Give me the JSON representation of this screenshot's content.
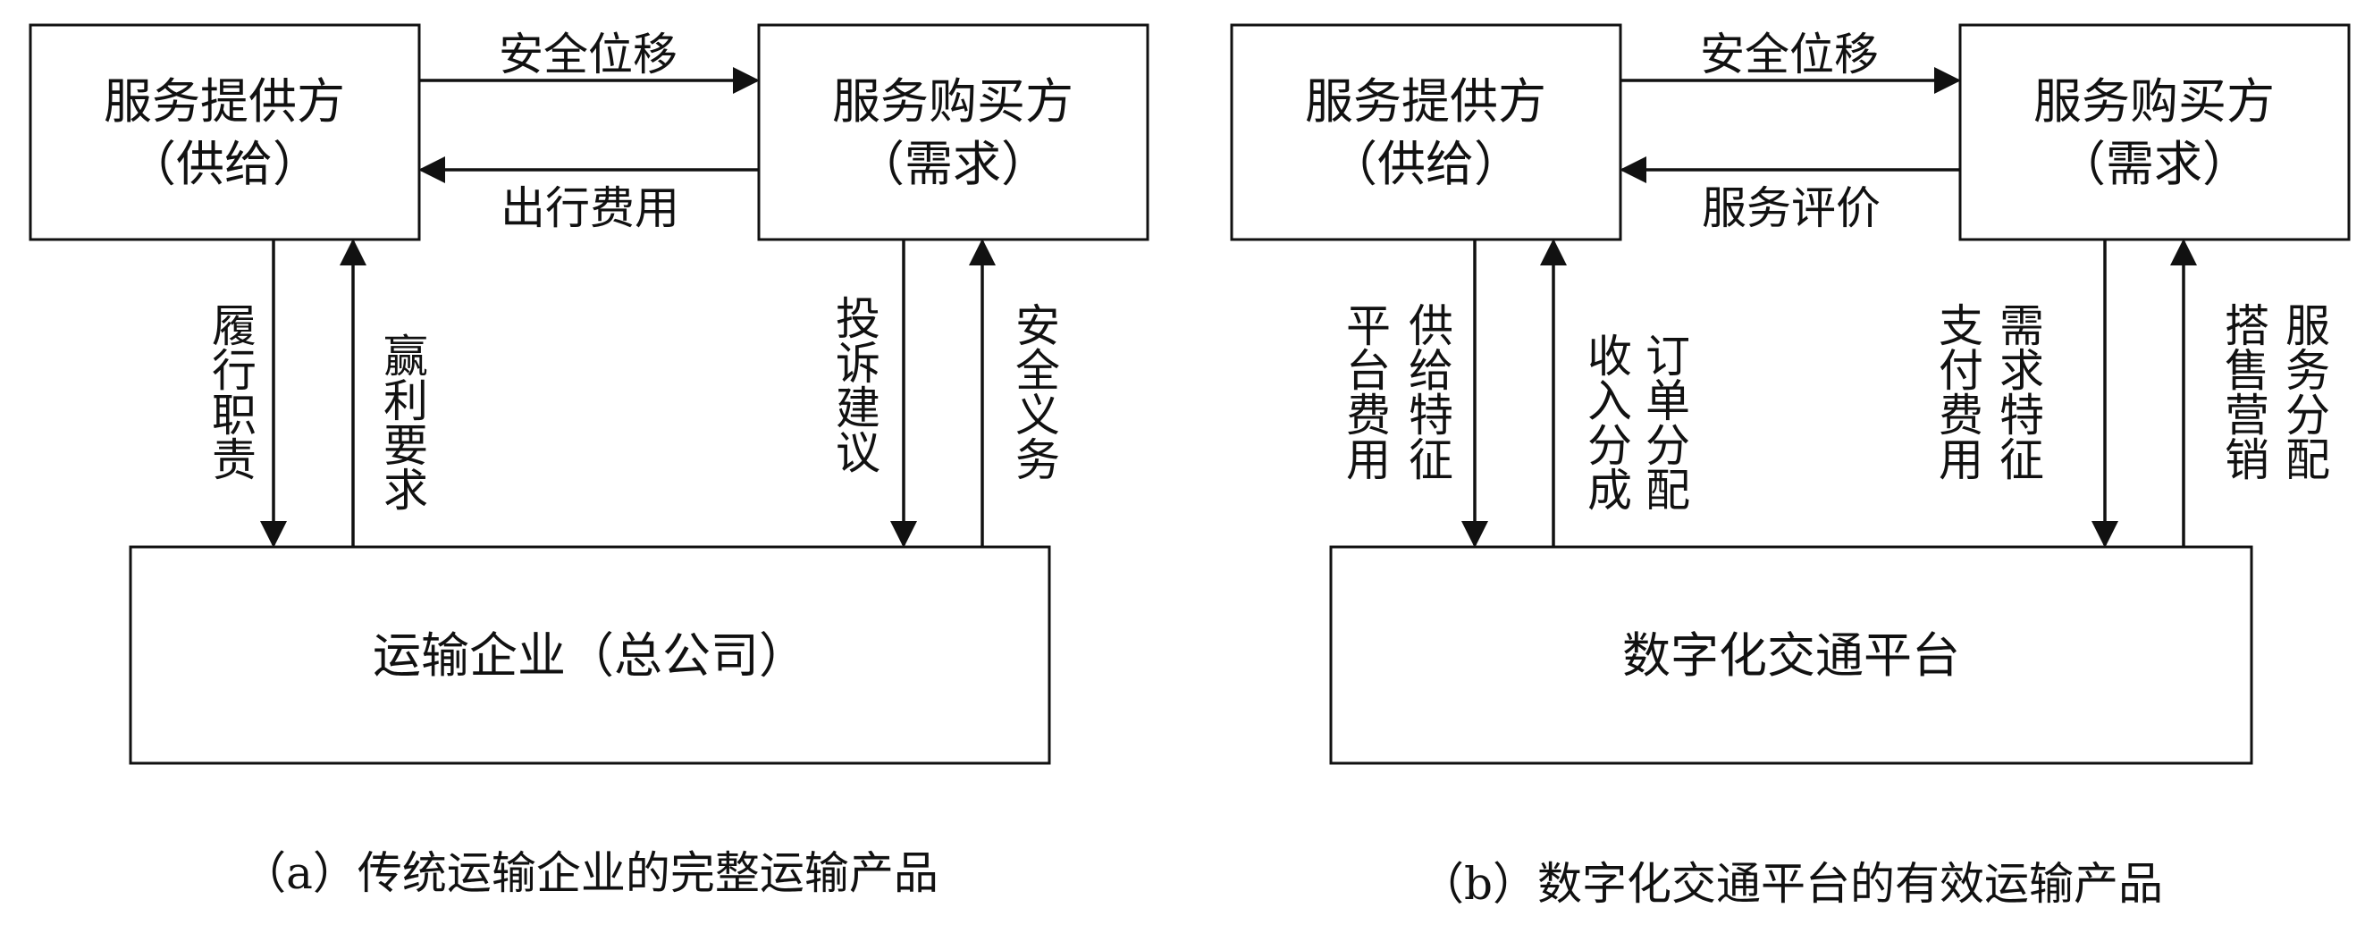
{
  "diagram_a": {
    "provider": {
      "line1": "服务提供方",
      "line2": "（供给）"
    },
    "buyer": {
      "line1": "服务购买方",
      "line2": "（需求）"
    },
    "company": "运输企业（总公司）",
    "arrow_top": "安全位移",
    "arrow_bottom": "出行费用",
    "provider_down": "履行职责",
    "provider_up": "赢利要求",
    "buyer_down": "投诉建议",
    "buyer_up": "安全义务",
    "caption": "（a）传统运输企业的完整运输产品"
  },
  "diagram_b": {
    "provider": {
      "line1": "服务提供方",
      "line2": "（供给）"
    },
    "buyer": {
      "line1": "服务购买方",
      "line2": "（需求）"
    },
    "platform": "数字化交通平台",
    "arrow_top": "安全位移",
    "arrow_bottom": "服务评价",
    "provider_down_col1": "平台费用",
    "provider_down_col2": "供给特征",
    "provider_up_col1": "收入分成",
    "provider_up_col2": "订单分配",
    "buyer_down_col1": "支付费用",
    "buyer_down_col2": "需求特征",
    "buyer_up_col1": "搭售营销",
    "buyer_up_col2": "服务分配",
    "caption": "（b）数字化交通平台的有效运输产品"
  }
}
